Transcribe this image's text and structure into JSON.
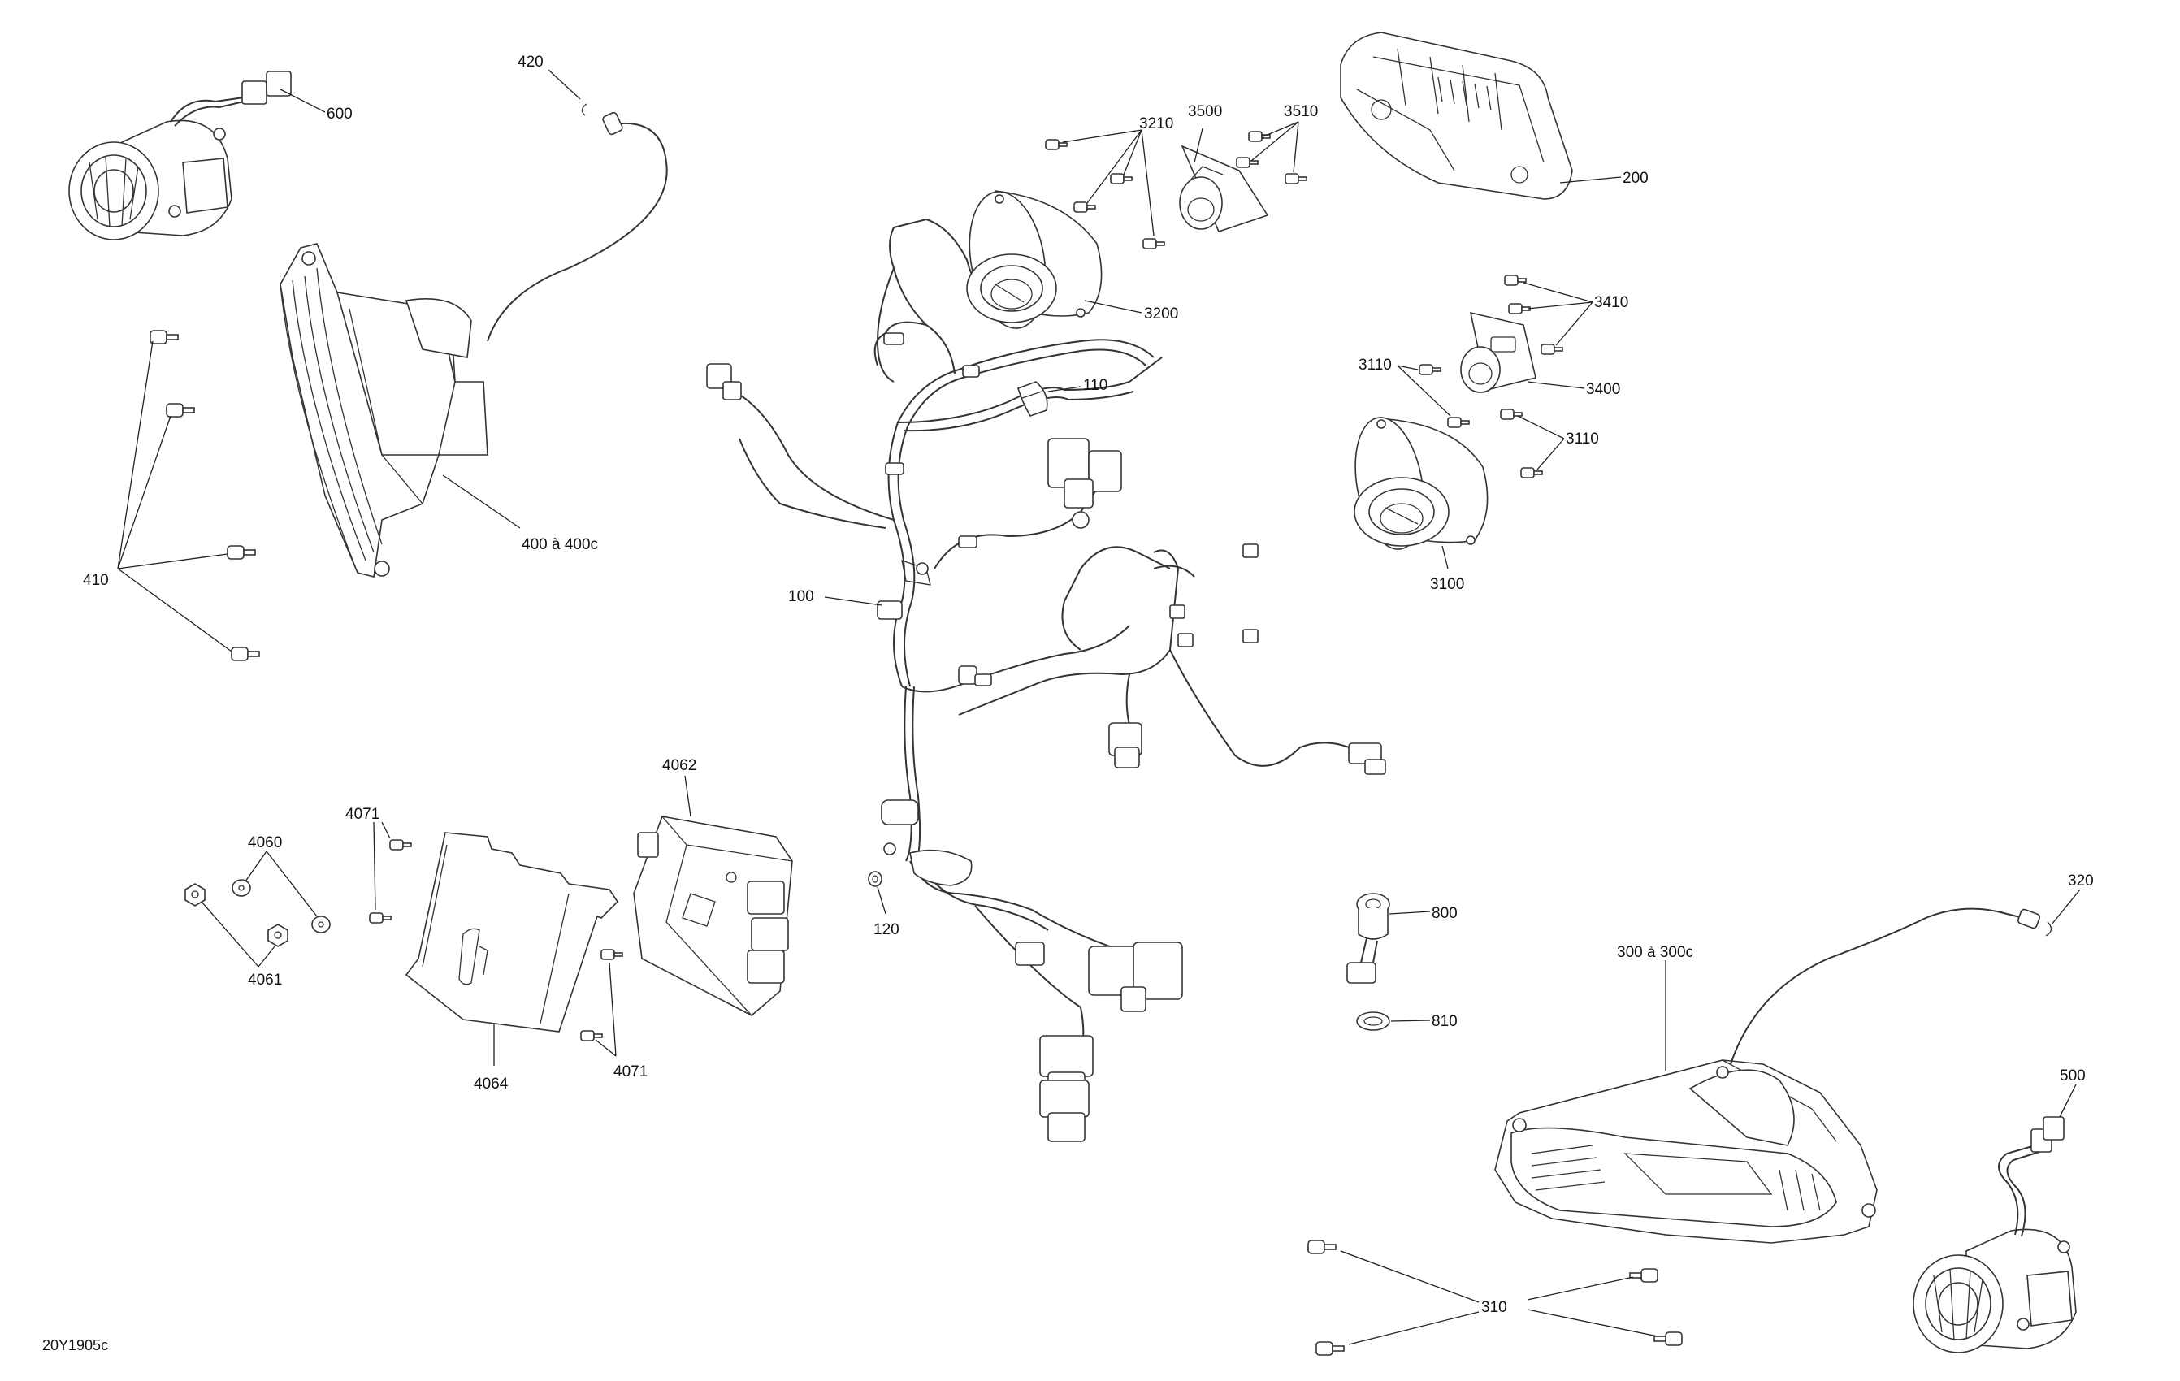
{
  "diagram": {
    "code": "20Y1905c",
    "callouts": {
      "c600": "600",
      "c420": "420",
      "c400": "400 à 400c",
      "c410": "410",
      "c100": "100",
      "c110": "110",
      "c120": "120",
      "c3210": "3210",
      "c3500": "3500",
      "c3510": "3510",
      "c200": "200",
      "c3200": "3200",
      "c3410": "3410",
      "c3110a": "3110",
      "c3110b": "3110",
      "c3400": "3400",
      "c3100": "3100",
      "c4062": "4062",
      "c4071a": "4071",
      "c4071b": "4071",
      "c4060": "4060",
      "c4061": "4061",
      "c4064": "4064",
      "c800": "800",
      "c810": "810",
      "c320": "320",
      "c300": "300 à 300c",
      "c500": "500",
      "c310": "310"
    }
  }
}
